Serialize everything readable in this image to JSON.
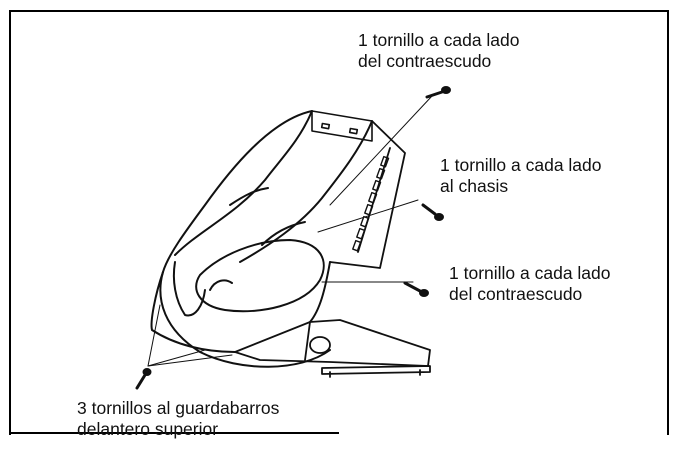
{
  "labels": {
    "top_right": {
      "line1": "1 tornillo a cada lado",
      "line2": "del contraescudo"
    },
    "middle_right": {
      "line1": "1 tornillo a cada lado",
      "line2": "al chasis"
    },
    "lower_right": {
      "line1": "1 tornillo a cada lado",
      "line2": "del contraescudo"
    },
    "bottom_left": {
      "line1": "3 tornillos al guardabarros",
      "line2": "delantero superior"
    }
  },
  "colors": {
    "ink": "#111111",
    "background": "#ffffff"
  }
}
